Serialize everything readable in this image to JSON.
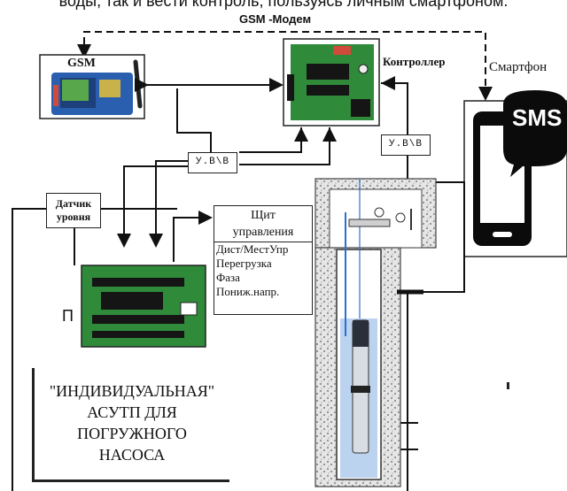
{
  "header": {
    "caption_fragment": "воды, так и вести контроль, пользуясь личным смартфоном."
  },
  "labels": {
    "gsm_modem": "GSM -Модем",
    "gsm": "GSM",
    "controller": "Контроллер",
    "smartphone": "Смартфон",
    "sms": "SMS",
    "uv_left": "У.В\\В",
    "uv_right": "У.В\\В",
    "level_sensor_line1": "Датчик",
    "level_sensor_line2": "уровня",
    "p_glyph": "П"
  },
  "control_panel": {
    "title_line1": "Щит",
    "title_line2": "управления",
    "items": [
      "Дист/МестУпр",
      "Перегрузка",
      "Фаза",
      "Пониж.напр."
    ]
  },
  "system_title": {
    "line1": "\"ИНДИВИДУАЛЬНАЯ\"",
    "line2": "АСУТП ДЛЯ",
    "line3": "ПОГРУЖНОГО",
    "line4": "НАСОСА"
  },
  "colors": {
    "pcb_green": "#2f8a3a",
    "pcb_blue": "#2a5fb0",
    "chip_black": "#151515",
    "phone_black": "#0b0b0b",
    "water_blue": "#2d6fd0",
    "ground_gray": "#cfcfcf"
  }
}
